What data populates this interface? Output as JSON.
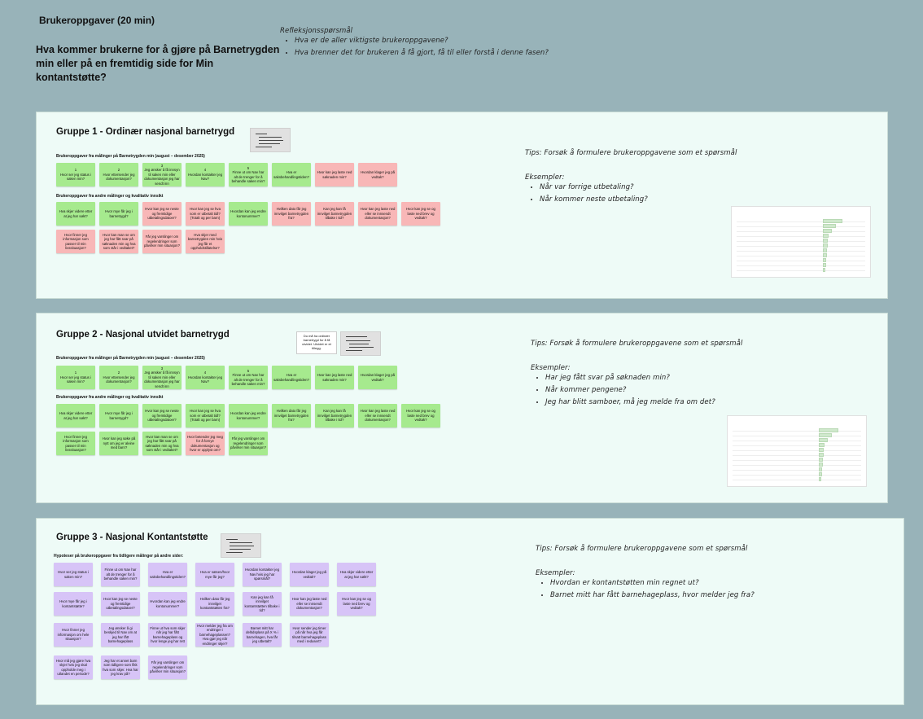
{
  "header": {
    "title": "Brukeroppgaver (20 min)",
    "question": "Hva kommer brukerne for å gjøre på Barnetrygden min eller på en fremtidig side for Min kontantstøtte?",
    "reflection_title": "Refleksjonsspørsmål",
    "reflection_items": [
      "Hva er de aller viktigste brukeroppgavene?",
      "Hva brenner det for brukeren å få gjort, få til eller forstå i denne fasen?"
    ]
  },
  "group1": {
    "title": "Gruppe 1 - Ordinær nasjonal barnetrygd",
    "sub1": "Brukeroppgaver fra målinger på Barnetrygden min (august – desember 2025)",
    "sub2": "Brukeroppgaver fra andre målinger og kvalitativ innsikt",
    "row1": [
      "1\nHvor ser jeg status i saken min?",
      "2\nHvor ettersender jeg dokumentasjon?",
      "3\nJeg ønsker å få innsyn til saken min eller dokumentasjon jeg har sendt inn",
      "4\nHvordan kontakter jeg Nav?",
      "5\nFinne ut om Nav har alt de trenger for å behandle saken min?",
      "Hva er saksbehandlingstiden?",
      "Hvor kan jeg laste ned søknaden min?",
      "Hvordan klager jeg på vedtak?"
    ],
    "row2": [
      "Hva skjer videre etter at jeg har søkt?",
      "Hvor mye får jeg i barnetrygd?",
      "Hvor kan jeg se neste og fremtidige utbetalingsdatoer?",
      "Hvor kan jeg se hva som er utbetalt tidl? (Totalt og per barn)",
      "Hvordan kan jeg endre kontonummer?",
      "Hvilken dato får jeg innvilget barnetrygden fra?",
      "Kan jeg kan få innvilget barnetrygden tilbake i tid?",
      "Hvor kan jeg laste ned eller se innsendt dokumentasjon?",
      "Hvor kan jeg se og laste ned brev og vedtak?"
    ],
    "row3": [
      "Hvor finner jeg informasjon som passer til min livssituasjon?",
      "Hvor kan man se om jeg har fått svar på søknaden min og hva som står i vedtaket?",
      "Får jeg varslinger om regelendringer som påvirker min situasjon?",
      "Hva skjer med barnetrygden min hvis jeg får et oppholdstillatelse?"
    ],
    "tips": "Tips: Forsøk å formulere brukeroppgavene som et spørsmål",
    "examples_label": "Eksempler:",
    "examples": [
      "Når var forrige utbetaling?",
      "Når kommer neste utbetaling?"
    ]
  },
  "group2": {
    "title": "Gruppe 2 - Nasjonal utvidet barnetrygd",
    "sub1": "Brukeroppgaver fra målinger på Barnetrygden min (august – desember 2025)",
    "sub2": "Brukeroppgaver fra andre målinger og kvalitativ innsikt",
    "side_note": "Du må ha ordinær barnetrygd for å få utvidet. Utvidet er et tillegg.",
    "row1": [
      "1\nHvor ser jeg status i saken min?",
      "2\nHvor ettersender jeg dokumentasjon?",
      "3\nJeg ønsker å få innsyn til saken min eller dokumentasjon jeg har sendt inn",
      "4\nHvordan kontakter jeg Nav?",
      "5\nFinne ut om Nav har alt de trenger for å behandle saken min?",
      "Hva er saksbehandlingstiden?",
      "Hvor kan jeg laste ned søknaden min?",
      "Hvordan klager jeg på vedtak?"
    ],
    "row2": [
      "Hva skjer videre etter at jeg har søkt?",
      "Hvor mye får jeg i barnetrygd?",
      "Hvor kan jeg se neste og fremtidige utbetalingsdatoer?",
      "Hvor kan jeg se hva som er utbetalt tidl? (Totalt og per barn)",
      "Hvordan kan jeg endre kontonummer?",
      "Hvilken dato får jeg innvilget barnetrygden fra?",
      "Kan jeg kan få innvilget barnetrygden tilbake i tid?",
      "Hvor kan jeg laste ned eller se innsendt dokumentasjon?",
      "Hvor kan jeg se og laste ned brev og vedtak?"
    ],
    "row3": [
      "Hvor finner jeg informasjon som passer til min livssituasjon?",
      "Hvor kan jeg søke på nytt om jeg er aleine med barn?",
      "Hvor kan man se om jeg har fått svar på søknaden min og hva som står i vedtaket?",
      "Hvor betender jeg meg for å fornye dokumentasjon og hvor er opplyst om?",
      "Får jeg varslinger om regelendringer som påvirker min situasjon?"
    ],
    "tips": "Tips: Forsøk å formulere brukeroppgavene som et spørsmål",
    "examples_label": "Eksempler:",
    "examples": [
      "Har jeg fått svar på søknaden min?",
      "Når kommer pengene?",
      "Jeg har blitt samboer, må jeg melde fra om det?"
    ]
  },
  "group3": {
    "title": "Gruppe 3 - Nasjonal Kontantstøtte",
    "sub1": "Hypoteser på brukeroppgaver fra tidligere målinger på andre sider:",
    "row1": [
      "Hvor ser jeg status i saken min?",
      "Finne ut om Nav har alt de trenger for å behandle saken min?",
      "Hva er saksbehandlingstiden?",
      "Hva er satsen/hvor mye får jeg?",
      "Hvordan kontakter jeg Nav hvis jeg har spørsmål?",
      "Hvordan klager jeg på vedtak?",
      "Hva skjer videre etter at jeg har søkt?"
    ],
    "row2": [
      "Hvor mye får jeg i kontantstøtte?",
      "Hvor kan jeg se neste og fremtidige utbetalingsdatoer?",
      "Hvordan kan jeg endre kontonummer?",
      "Hvilken dato får jeg innvilget kontantstøtten fra?",
      "Kan jeg kan få innvilget kontantstøtten tilbake i tid?",
      "Hvor kan jeg laste ned eller se innsendt dokumentasjon?",
      "Hvor kan jeg se og laste ned brev og vedtak?"
    ],
    "row3": [
      "Hvor finner jeg informasjon om hele situasjon?",
      "Jeg ønsker å gi beskjed til Nav om at jeg har fått barnehageplass",
      "Finne ut hva som skjer når jeg har fått barnehageplass og hvor lenge jeg har rett",
      "Hvor melder jeg fra om endringer i barnehageplassen? Hva gjør jeg når endringer skjer?",
      "Barnet mitt har deltidsplass på X % i barnehagen, hva får jeg utbetalt?",
      "Hvor sender jeg timer på når hva jeg får tilsatt barnehageplass med i redusert?"
    ],
    "row4": [
      "Hvor må jeg gjøre hva skjer hvis jeg skal oppholde meg i utlandet en periode?",
      "Jeg har et annet barn som tidligere som fikk hva som skjer. Hva har jeg krav på?",
      "Får jeg varslinger om regelendringer som påvirker min situasjon?"
    ],
    "tips": "Tips: Forsøk å formulere brukeroppgavene som et spørsmål",
    "examples_label": "Eksempler:",
    "examples": [
      "Hvordan er kontantstøtten min regnet ut?",
      "Barnet mitt har fått barnehageplass, hvor melder jeg fra?"
    ]
  },
  "colors": {
    "background": "#98b3b9",
    "panel": "#eefbf7",
    "green": "#a6ea8e",
    "red": "#f8b7b7",
    "purple": "#d7c4f7"
  }
}
